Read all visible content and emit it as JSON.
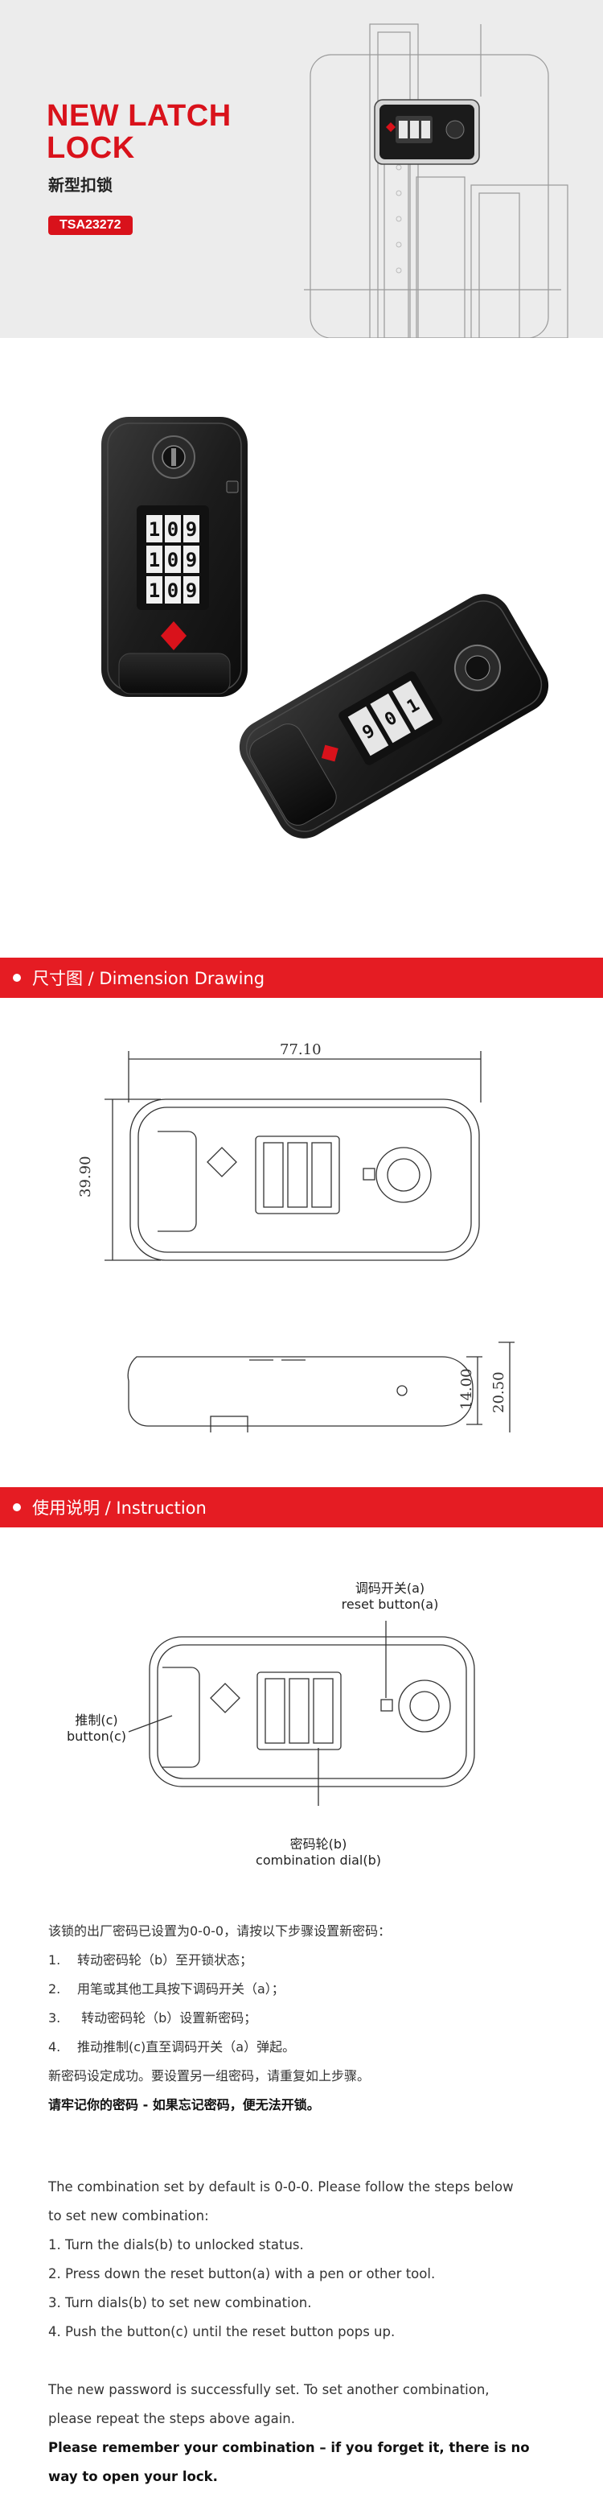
{
  "hero": {
    "title_line1": "NEW LATCH",
    "title_line2": "LOCK",
    "subtitle": "新型扣锁",
    "model": "TSA23272"
  },
  "sections": {
    "dimension": "尺寸图 / Dimension Drawing",
    "instruction": "使用说明 / Instruction"
  },
  "dimensions": {
    "width": "77.10",
    "height": "39.90",
    "depth": "14.00",
    "total_depth": "20.50"
  },
  "dial_digits": [
    "1",
    "0",
    "9"
  ],
  "callouts": {
    "reset_cn": "调码开关(a)",
    "reset_en": "reset button(a)",
    "button_cn": "推制(c)",
    "button_en": "button(c)",
    "dial_cn": "密码轮(b)",
    "dial_en": "combination dial(b)"
  },
  "instructions_cn": {
    "intro": "该锁的出厂密码已设置为0-0-0，请按以下步骤设置新密码：",
    "steps": [
      {
        "num": "1.",
        "text": "转动密码轮（b）至开锁状态；"
      },
      {
        "num": "2.",
        "text": "用笔或其他工具按下调码开关（a）；"
      },
      {
        "num": "3.",
        "text": " 转动密码轮（b）设置新密码；"
      },
      {
        "num": "4.",
        "text": "推动推制(c)直至调码开关（a）弹起。"
      }
    ],
    "success": "新密码设定成功。要设置另一组密码，请重复如上步骤。",
    "warning": "请牢记你的密码 - 如果忘记密码，便无法开锁。"
  },
  "instructions_en": {
    "intro1": "The combination set by default is 0-0-0. Please follow the steps below",
    "intro2": "to set new combination:",
    "steps": [
      "1. Turn the dials(b) to unlocked status.",
      "2. Press down the reset button(a) with a pen or other tool.",
      "3. Turn dials(b) to set new combination.",
      "4. Push the button(c) until the reset button pops up."
    ],
    "success1": "The new password is successfully set. To set another combination,",
    "success2": "please repeat the steps above again.",
    "warning1": "Please remember your combination – if you forget it, there is no",
    "warning2": "way to open your lock."
  },
  "colors": {
    "brand_red": "#e51c23",
    "title_red": "#d9121b",
    "hero_bg": "#ececec"
  }
}
